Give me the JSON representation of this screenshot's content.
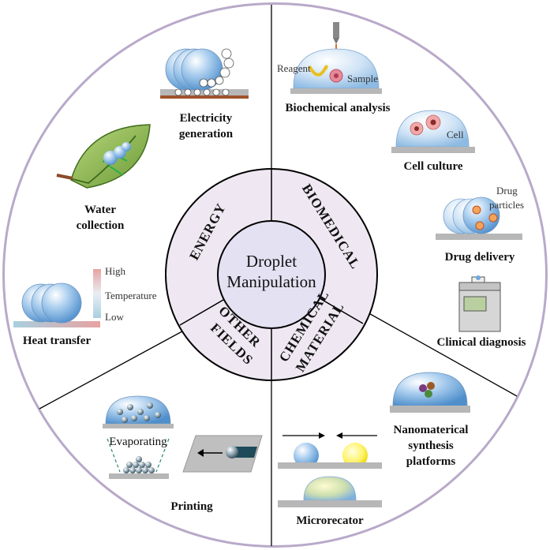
{
  "center": {
    "line1": "Droplet",
    "line2": "Manipulation"
  },
  "sectors": {
    "energy": "ENERGY",
    "biomedical": "BIOMEDICAL",
    "chemical_1": "CHEMICAL",
    "chemical_2": "MATERIAL",
    "other_1": "OTHER",
    "other_2": "FIELDS"
  },
  "energy": {
    "electricity_1": "Electricity",
    "electricity_2": "generation",
    "water_1": "Water",
    "water_2": "collection",
    "heat": "Heat transfer",
    "temp_high": "High",
    "temp_mid": "Temperature",
    "temp_low": "Low"
  },
  "biomedical": {
    "reagent": "Reagent",
    "sample": "Sample",
    "biochem": "Biochemical analysis",
    "cell": "Cell",
    "cell_culture": "Cell culture",
    "drug_1": "Drug",
    "drug_2": "particles",
    "drug_delivery": "Drug delivery",
    "clinical": "Clinical diagnosis"
  },
  "chemical": {
    "nano_1": "Nanomaterical",
    "nano_2": "synthesis",
    "nano_3": "platforms",
    "micro": "Microrecator"
  },
  "other": {
    "evaporating": "Evaporating",
    "printing": "Printing"
  },
  "colors": {
    "ring_fill": "#efe8f2",
    "outer_stroke": "#b8a9c9",
    "droplet": "#6fa8dc",
    "substrate": "#b7b7b7",
    "electrode": "#a0522d"
  }
}
